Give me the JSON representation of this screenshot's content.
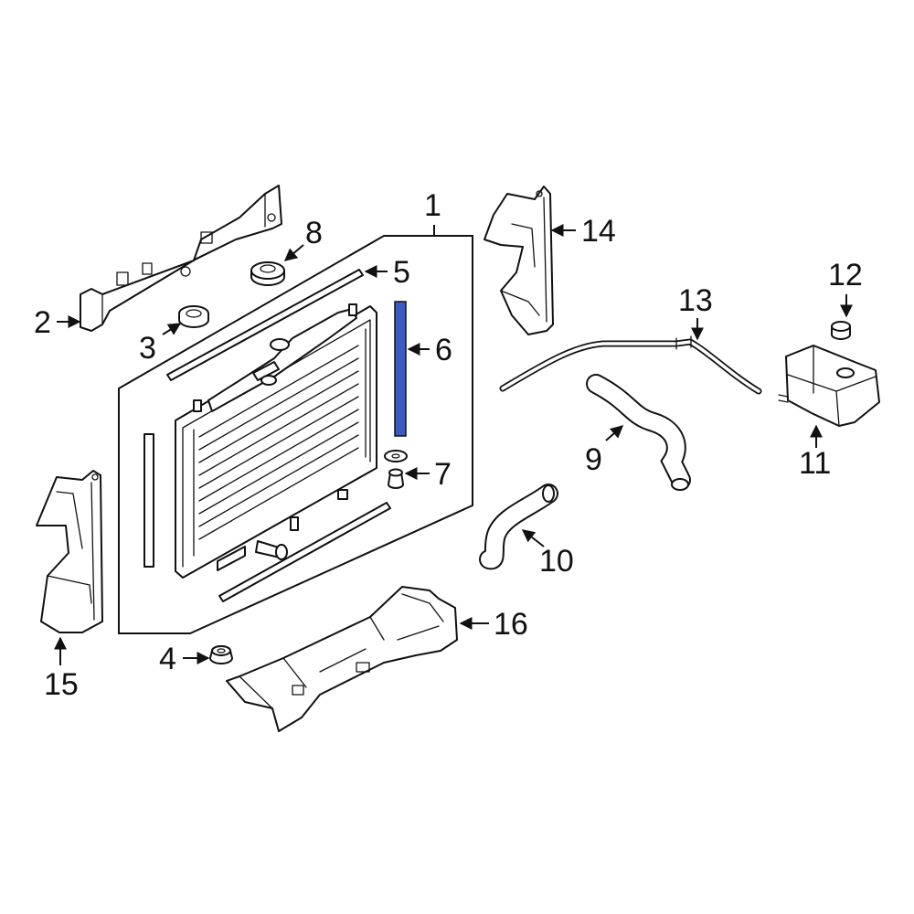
{
  "diagram": {
    "highlight_color": "#3a5bbf",
    "callouts": [
      "1",
      "2",
      "3",
      "4",
      "5",
      "6",
      "7",
      "8",
      "9",
      "10",
      "11",
      "12",
      "13",
      "14",
      "15",
      "16"
    ]
  }
}
